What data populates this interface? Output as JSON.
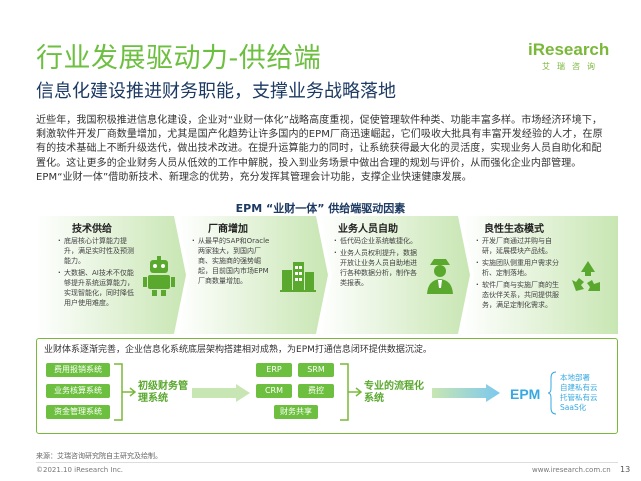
{
  "header": {
    "title": "行业发展驱动力-供给端",
    "subtitle": "信息化建设推进财务职能，支撑业务战略落地",
    "logo_text": "iResearch",
    "logo_sub": "艾瑞咨询"
  },
  "body_text": "近些年，我国积极推进信息化建设，企业对“业财一体化”战略高度重视，促使管理软件种类、功能丰富多样。市场经济环境下，剩激软件开发厂商数量增加，尤其是国产化趋势让许多国内的EPM厂商迅速崛起，它们吸收大批具有丰富开发经验的人才，在原有的技术基础上不断升级迭代，做出技术改进。在提升运算能力的同时，让系统获得最大化的灵活度，实现业务人员自助化和配置化。这让更多的企业财务人员从低效的工作中解脱，投入到业务场景中做出合理的规划与评价，从而强化企业内部管理。EPM“业财一体”借助新技术、新理念的优势，充分发挥其管理会计功能，支撑企业快速健康发展。",
  "diagram_title": "EPM “业财一体” 供给端驱动因素",
  "drivers": [
    {
      "title": "技术供给",
      "icon": "robot-icon",
      "items": [
        "底层核心计算能力提升，满足实时性及预测能力。",
        "大数据、AI技术不仅能够提升系统运算能力，实现智能化，同时降低用户使用难度。"
      ]
    },
    {
      "title": "厂商增加",
      "icon": "buildings-icon",
      "items": [
        "从最早的SAP和Oracle两家独大，到国内厂商、实施商的强势崛起，目前国内市场EPM厂商数量增加。"
      ]
    },
    {
      "title": "业务人员自助",
      "icon": "person-icon",
      "items": [
        "低代码企业系统敏捷化。",
        "业务人员权利提升，数据开放让业务人员自助地进行各种数据分析，制作各类报表。"
      ]
    },
    {
      "title": "良性生态模式",
      "icon": "recycle-icon",
      "items": [
        "开发厂商通过并购与自研，延展模块产品线。",
        "实施团队侧重用户需求分析、定制落地。",
        "软件厂商与实施厂商的生态伙伴关系，共同提供服务，满足定制化需求。"
      ]
    }
  ],
  "bottom": {
    "caption": "业财体系逐渐完善，企业信息化系统底层架构搭建相对成熟，为EPM打通信息闭环提供数据沉淀。",
    "finance_systems": [
      "费用报销系统",
      "业务核算系统",
      "资金管理系统"
    ],
    "finance_label": "初级财务管理系统",
    "business_systems": [
      "ERP",
      "SRM",
      "CRM",
      "费控",
      "财务共享"
    ],
    "business_label": "专业的流程化系统",
    "epm_label": "EPM",
    "epm_features": [
      "本地部署",
      "自建私有云",
      "托管私有云",
      "SaaS化"
    ]
  },
  "footer": {
    "source": "来源：艾瑞咨询研究院自主研究及绘制。",
    "copyright": "©2021.10 iResearch Inc.",
    "website": "www.iresearch.com.cn",
    "page_number": "13"
  },
  "colors": {
    "accent_green": "#6cbf3f",
    "navy": "#1d3a63",
    "epm_blue": "#37a9e1"
  }
}
